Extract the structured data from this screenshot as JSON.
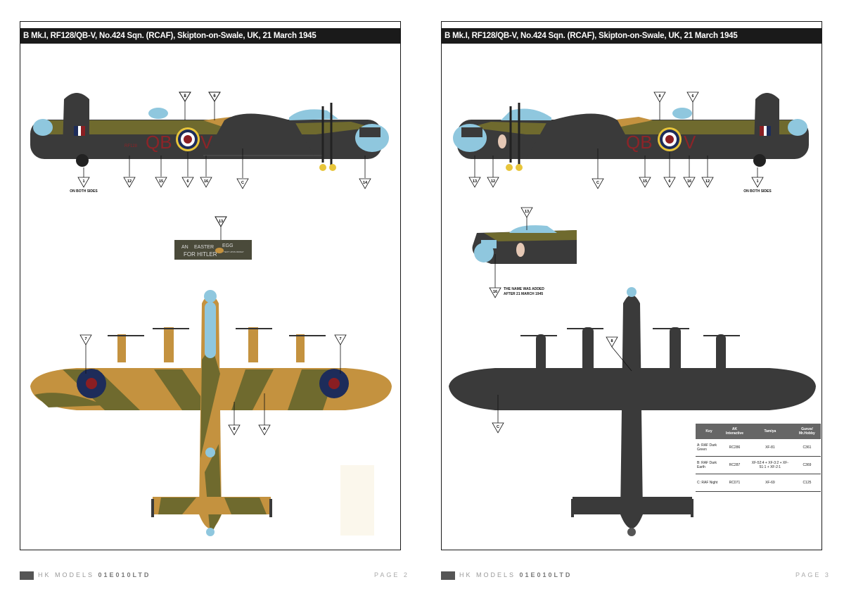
{
  "pages": [
    {
      "title": "B Mk.I, RF128/QB-V, No.424 Sqn. (RCAF), Skipton-on-Swale, UK, 21 March 1945",
      "page_label": "PAGE 2",
      "side_code": "QB",
      "side_letter": "V",
      "side_serial": "RF128",
      "side_callouts_top": [
        "8",
        "6"
      ],
      "side_callouts_bottom": [
        "1",
        "12",
        "15",
        "6",
        "16",
        "C",
        "14"
      ],
      "note_both_sides": "ON BOTH SIDES",
      "nose_art_callout": "13",
      "nose_art_line1_a": "AN",
      "nose_art_line1_b": "EASTER",
      "nose_art_line1_c": "EGG",
      "nose_art_line2": "FOR HITLER",
      "nose_art_small": "TEXT UPON RNWAY",
      "top_callouts": [
        "7",
        "7",
        "8",
        "A"
      ]
    },
    {
      "title": "B Mk.I, RF128/QB-V, No.424 Sqn. (RCAF), Skipton-on-Swale, UK, 21 March 1945",
      "page_label": "PAGE 3",
      "side_code": "QB",
      "side_letter": "V",
      "side_callouts_top": [
        "8",
        "6"
      ],
      "side_callouts_bottom": [
        "13",
        "12",
        "C",
        "15",
        "6",
        "16",
        "12",
        "1"
      ],
      "note_both_sides": "ON BOTH SIDES",
      "nose_callout_top": "13",
      "nose_callout_bottom": "16",
      "note_name": "THE NAME WAS ADDED",
      "note_date": "AFTER 21 MARCH 1945",
      "bottom_callouts": [
        "8",
        "C"
      ]
    }
  ],
  "brand": {
    "prefix": "HK MODELS",
    "code": "01E010LTD"
  },
  "paint_key": {
    "headers": [
      "Key",
      "AK Interactive",
      "Tamiya",
      "Gunze/ Mr.Hobby"
    ],
    "rows": [
      {
        "key": "A: RAF Dark Green",
        "ak": "RC286",
        "tamiya": "XF-81",
        "gunze": "C361"
      },
      {
        "key": "B: RAF Dark Earth",
        "ak": "RC287",
        "tamiya": "XF-52:4 + XF-3:2 + XF-51:1 + XF-2:1",
        "gunze": "C369"
      },
      {
        "key": "C: RAF Night",
        "ak": "RC071",
        "tamiya": "XF-69",
        "gunze": "C125"
      }
    ]
  },
  "colors": {
    "dark_green": "#6f6a2e",
    "dark_earth": "#c4923f",
    "night": "#3a3a3a",
    "canopy": "#8fc7de",
    "roundel_blue": "#1d2c5a",
    "roundel_red": "#8a1e22",
    "code_red": "#8c2428",
    "yellow": "#e8c53a"
  }
}
